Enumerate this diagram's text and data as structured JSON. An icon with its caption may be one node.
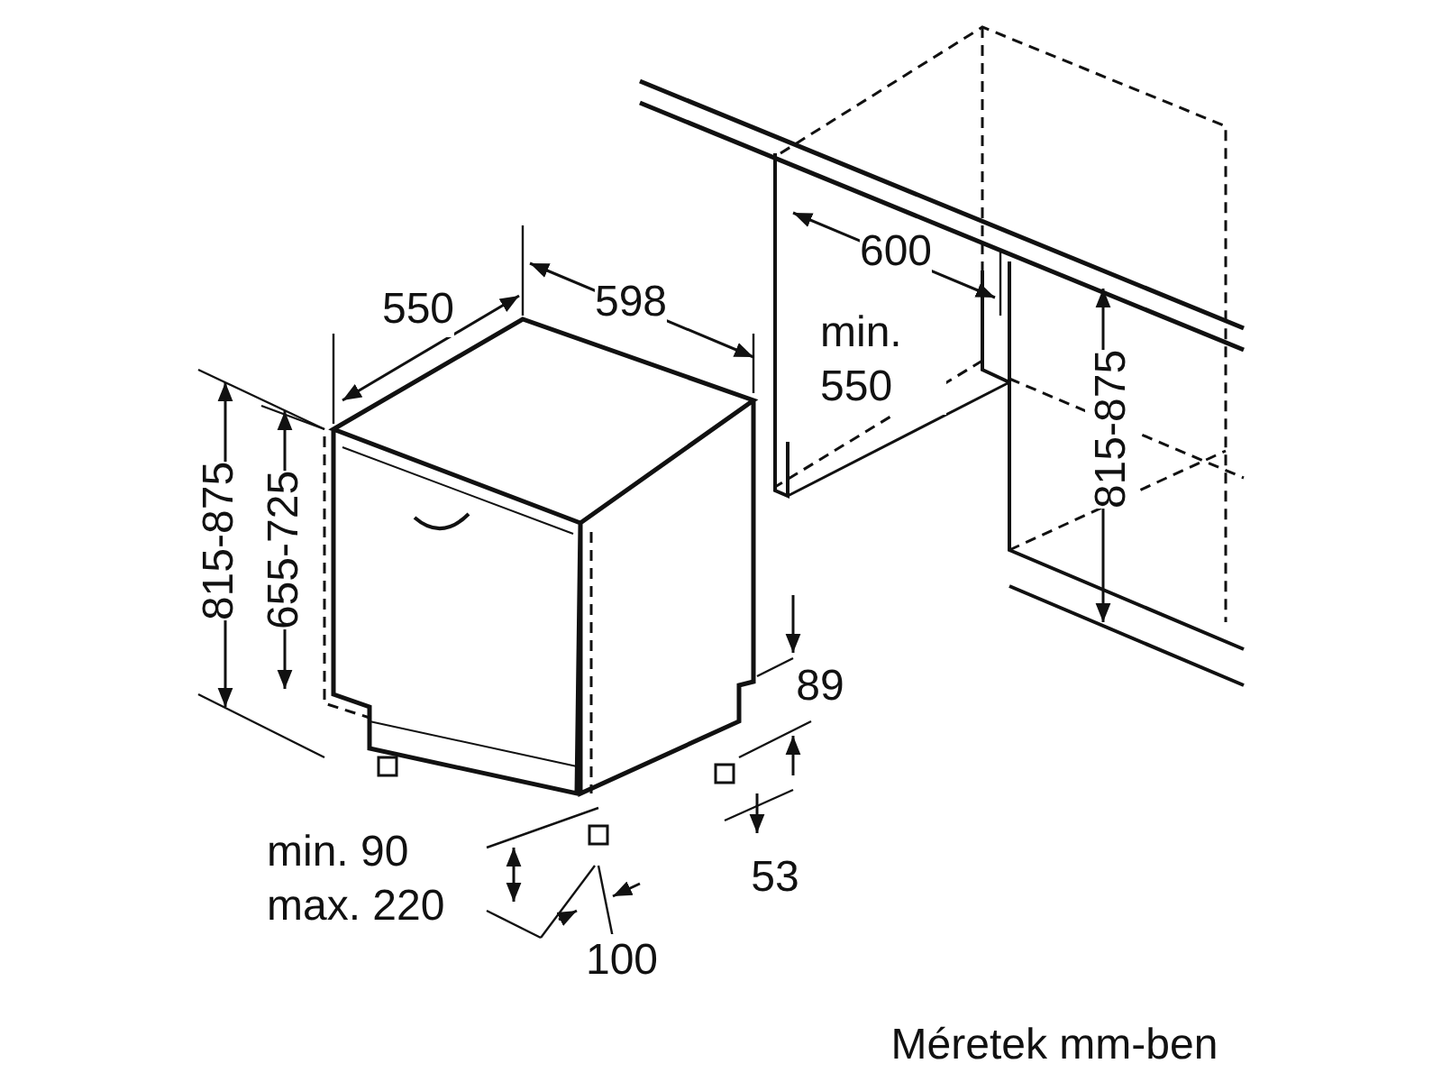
{
  "diagram": {
    "caption": "Méretek mm-ben",
    "labels": [
      "550",
      "598",
      "600",
      "min. 550",
      "815-875",
      "815-875",
      "655-725",
      "89",
      "min. 90 max. 220",
      "53",
      "100"
    ]
  }
}
